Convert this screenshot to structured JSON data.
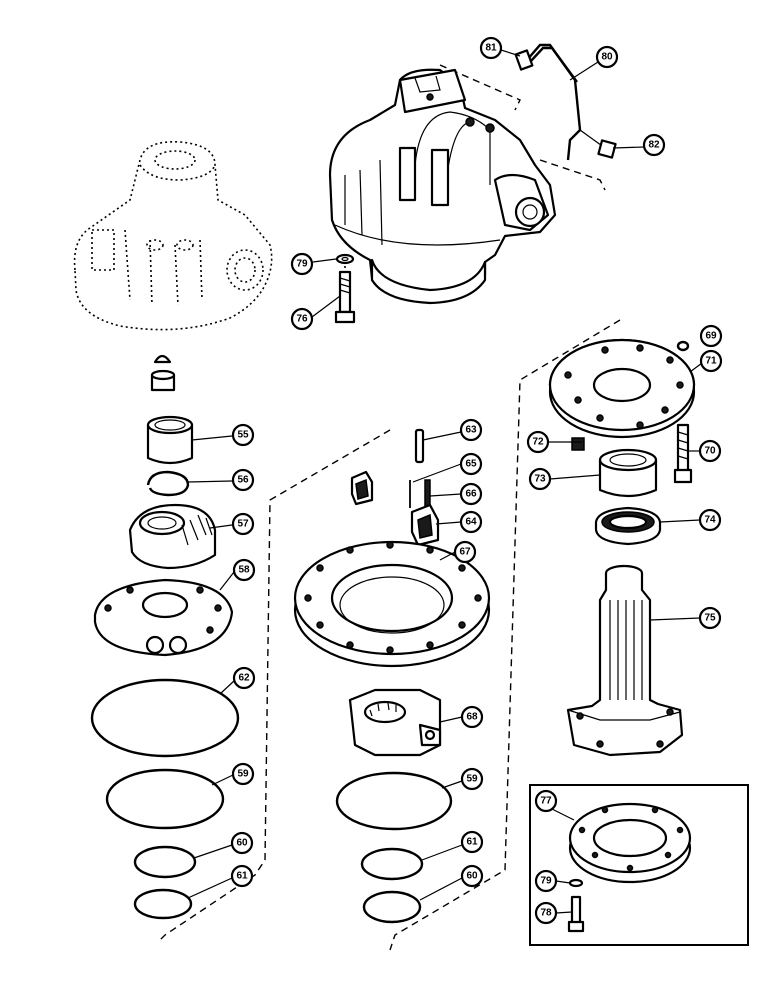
{
  "callouts": [
    {
      "id": "c81",
      "label": "81"
    },
    {
      "id": "c80",
      "label": "80"
    },
    {
      "id": "c82",
      "label": "82"
    },
    {
      "id": "c79a",
      "label": "79"
    },
    {
      "id": "c76",
      "label": "76"
    },
    {
      "id": "c69",
      "label": "69"
    },
    {
      "id": "c71",
      "label": "71"
    },
    {
      "id": "c55",
      "label": "55"
    },
    {
      "id": "c63",
      "label": "63"
    },
    {
      "id": "c72",
      "label": "72"
    },
    {
      "id": "c70",
      "label": "70"
    },
    {
      "id": "c56",
      "label": "56"
    },
    {
      "id": "c65",
      "label": "65"
    },
    {
      "id": "c73",
      "label": "73"
    },
    {
      "id": "c66",
      "label": "66"
    },
    {
      "id": "c57",
      "label": "57"
    },
    {
      "id": "c64",
      "label": "64"
    },
    {
      "id": "c74",
      "label": "74"
    },
    {
      "id": "c67",
      "label": "67"
    },
    {
      "id": "c58",
      "label": "58"
    },
    {
      "id": "c75",
      "label": "75"
    },
    {
      "id": "c62",
      "label": "62"
    },
    {
      "id": "c68",
      "label": "68"
    },
    {
      "id": "c59a",
      "label": "59"
    },
    {
      "id": "c59b",
      "label": "59"
    },
    {
      "id": "c77",
      "label": "77"
    },
    {
      "id": "c60a",
      "label": "60"
    },
    {
      "id": "c61a",
      "label": "61"
    },
    {
      "id": "c61b",
      "label": "61"
    },
    {
      "id": "c60b",
      "label": "60"
    },
    {
      "id": "c79b",
      "label": "79"
    },
    {
      "id": "c78",
      "label": "78"
    }
  ]
}
